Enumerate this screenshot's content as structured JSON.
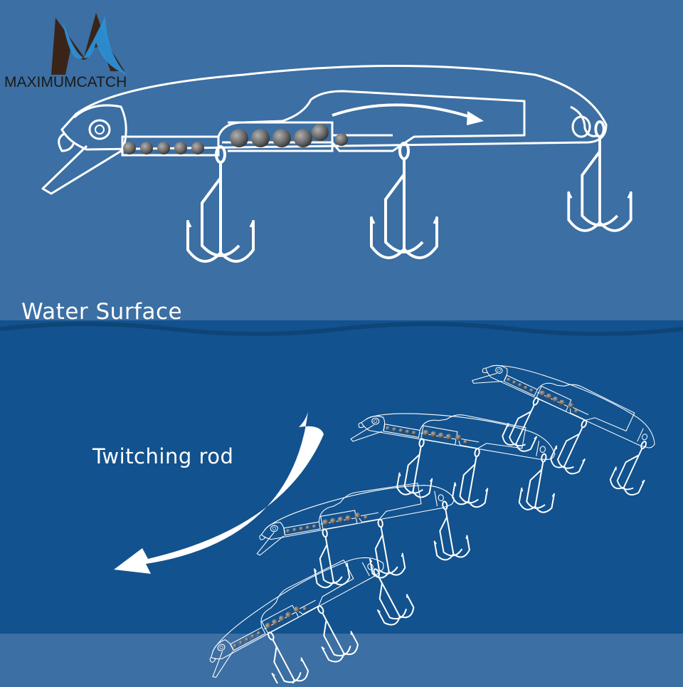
{
  "brand": {
    "name": "MAXIMUMCATCH",
    "logo_icon": "m-wave-logo-icon",
    "colors": {
      "dark": "#3a2418",
      "accent": "#2b8fd6"
    }
  },
  "labels": {
    "water_surface": "Water Surface",
    "twitching_rod": "Twitching rod"
  },
  "colors": {
    "sky": "#3c6fa3",
    "water": "#12528e",
    "deep_band": "#3c6fa3",
    "lure_outline": "#ffffff",
    "ball_weight": "#6b6b6b"
  },
  "icons": {
    "arrow": "curved-arrow-icon",
    "hook": "treble-hook-icon",
    "weight": "ball-weight-icon"
  }
}
